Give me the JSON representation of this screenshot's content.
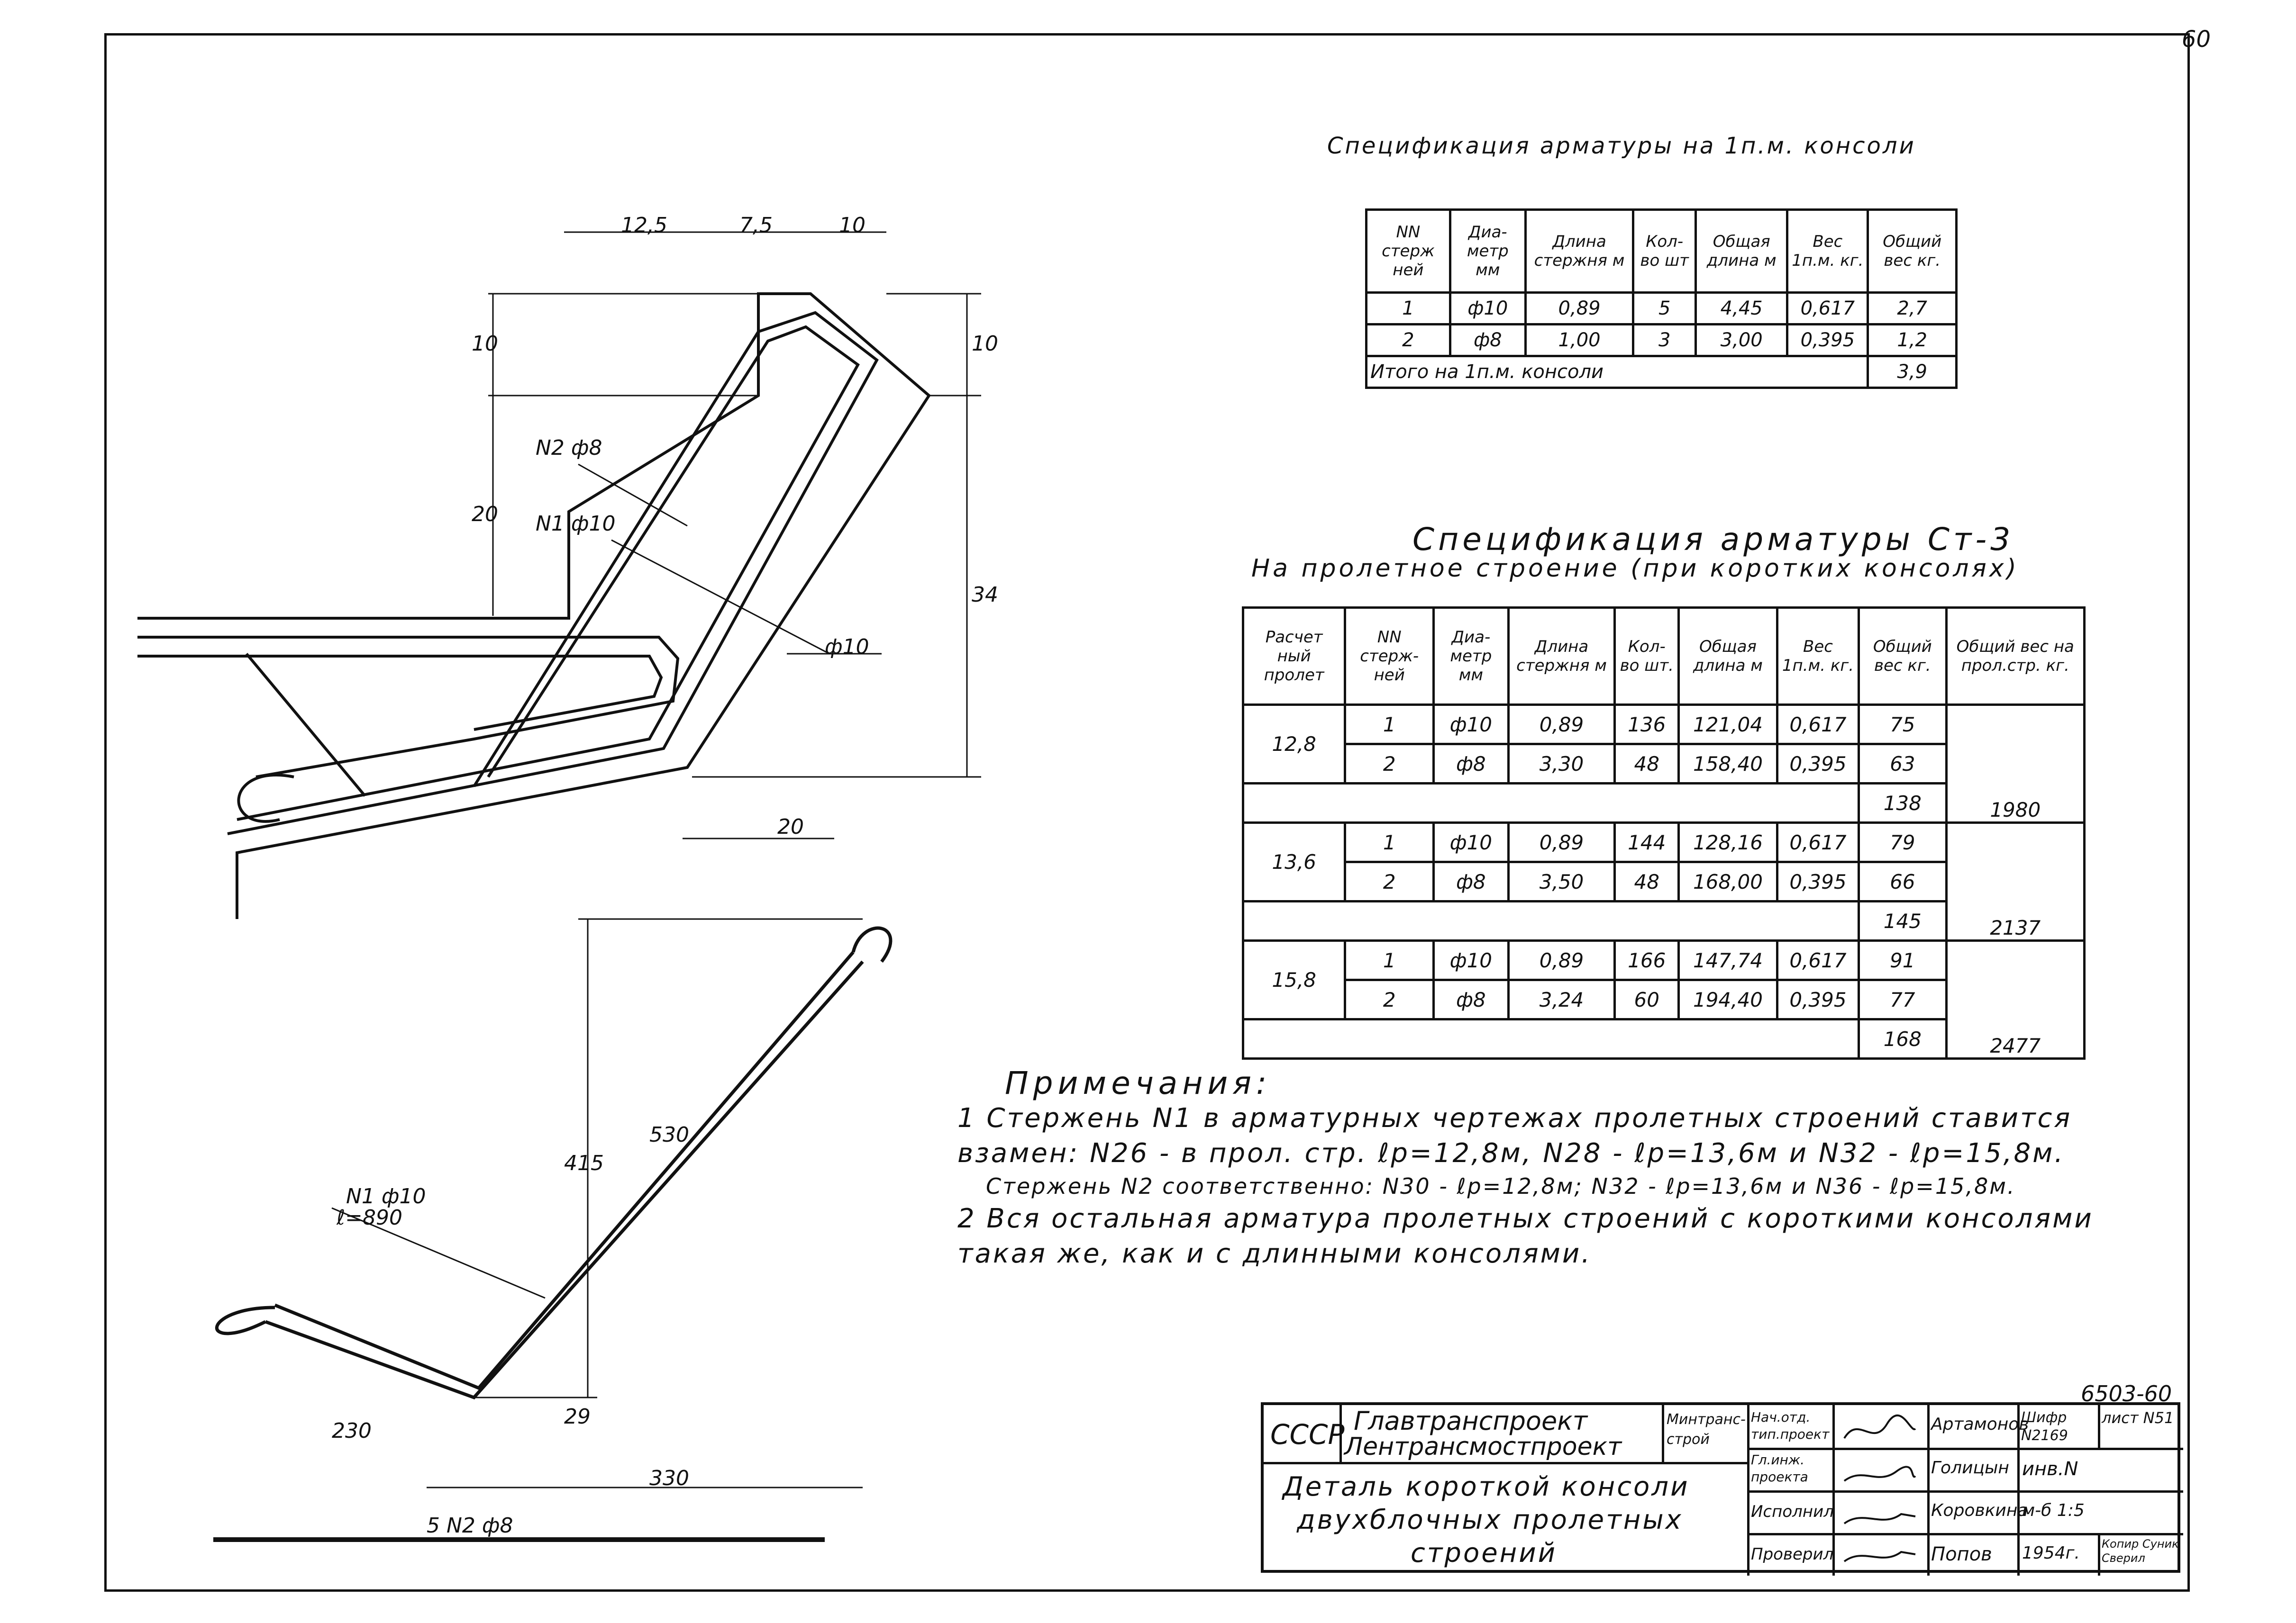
{
  "sheet_corner_number": "60",
  "document_number": "6503-60",
  "spec_per_meter": {
    "title": "Спецификация арматуры на 1п.м. консоли",
    "headers": [
      "NN стерж ней",
      "Диа- метр мм",
      "Длина стержня м",
      "Кол-во шт",
      "Общая длина м",
      "Вес 1п.м. кг.",
      "Общий вес кг."
    ],
    "rows": [
      [
        "1",
        "ф10",
        "0,89",
        "5",
        "4,45",
        "0,617",
        "2,7"
      ],
      [
        "2",
        "ф8",
        "1,00",
        "3",
        "3,00",
        "0,395",
        "1,2"
      ]
    ],
    "total_label": "Итого на 1п.м. консоли",
    "total_value": "3,9"
  },
  "spec_steel": {
    "title": "Спецификация арматуры Ст-3",
    "subtitle": "На пролетное строение (при коротких консолях)",
    "headers": [
      "Расчет ный пролет",
      "NN стерж- ней",
      "Диа- метр мм",
      "Длина стержня м",
      "Кол-во шт.",
      "Общая длина м",
      "Вес 1п.м. кг.",
      "Общий вес кг.",
      "Общий вес на прол.стр. кг."
    ],
    "groups": [
      {
        "span": "12,8",
        "rows": [
          [
            "1",
            "ф10",
            "0,89",
            "136",
            "121,04",
            "0,617",
            "75"
          ],
          [
            "2",
            "ф8",
            "3,30",
            "48",
            "158,40",
            "0,395",
            "63"
          ]
        ],
        "subtotal": "138",
        "total": "1980"
      },
      {
        "span": "13,6",
        "rows": [
          [
            "1",
            "ф10",
            "0,89",
            "144",
            "128,16",
            "0,617",
            "79"
          ],
          [
            "2",
            "ф8",
            "3,50",
            "48",
            "168,00",
            "0,395",
            "66"
          ]
        ],
        "subtotal": "145",
        "total": "2137"
      },
      {
        "span": "15,8",
        "rows": [
          [
            "1",
            "ф10",
            "0,89",
            "166",
            "147,74",
            "0,617",
            "91"
          ],
          [
            "2",
            "ф8",
            "3,24",
            "60",
            "194,40",
            "0,395",
            "77"
          ]
        ],
        "subtotal": "168",
        "total": "2477"
      }
    ]
  },
  "notes": {
    "title": "Примечания:",
    "items": [
      "1 Стержень N1 в арматурных чертежах пролетных строений ставится взамен: N26 - в прол. стр. ℓр=12,8м, N28 - ℓр=13,6м и N32 - ℓр=15,8м.",
      "Стержень N2 соответственно: N30 - ℓр=12,8м; N32 - ℓр=13,6м и N36 - ℓр=15,8м.",
      "2 Вся остальная арматура пролетных строений с короткими консолями такая же, как и с длинными консолями."
    ]
  },
  "drawing_labels": {
    "top_dims": [
      "12,5",
      "7,5",
      "10"
    ],
    "left_dims": [
      "10",
      "20"
    ],
    "right_dims": [
      "10",
      "34"
    ],
    "bottom_dim": "20",
    "bar_n2": "N2 ф8",
    "bar_n1": "N1 ф10",
    "bar_phi10": "ф10",
    "bent_bar_label": "N1 ф10",
    "bent_bar_length": "ℓ=890",
    "bent_dims": [
      "415",
      "530",
      "230",
      "29",
      "330"
    ],
    "straight_bar_label": "5 N2 ф8"
  },
  "title_block": {
    "country": "СССР",
    "org1": "Главтранспроект",
    "org2": "Лентрансмостпроект",
    "ministry": "Минтранс- строй",
    "title_line1": "Деталь короткой консоли",
    "title_line2": "двухблочных пролетных",
    "title_line3": "строений",
    "roles": [
      "Нач.отд. тип.проект",
      "Гл.инж. проекта",
      "Исполнил",
      "Проверил"
    ],
    "names": [
      "Артамонов",
      "Голицын",
      "Коровкина",
      "Попов"
    ],
    "cipher_label": "Шифр N2169",
    "sheet_label": "лист N51",
    "inv": "инв.N",
    "scale": "м-б 1:5",
    "year": "1954г.",
    "copied": "Копир Суник Сверил"
  }
}
